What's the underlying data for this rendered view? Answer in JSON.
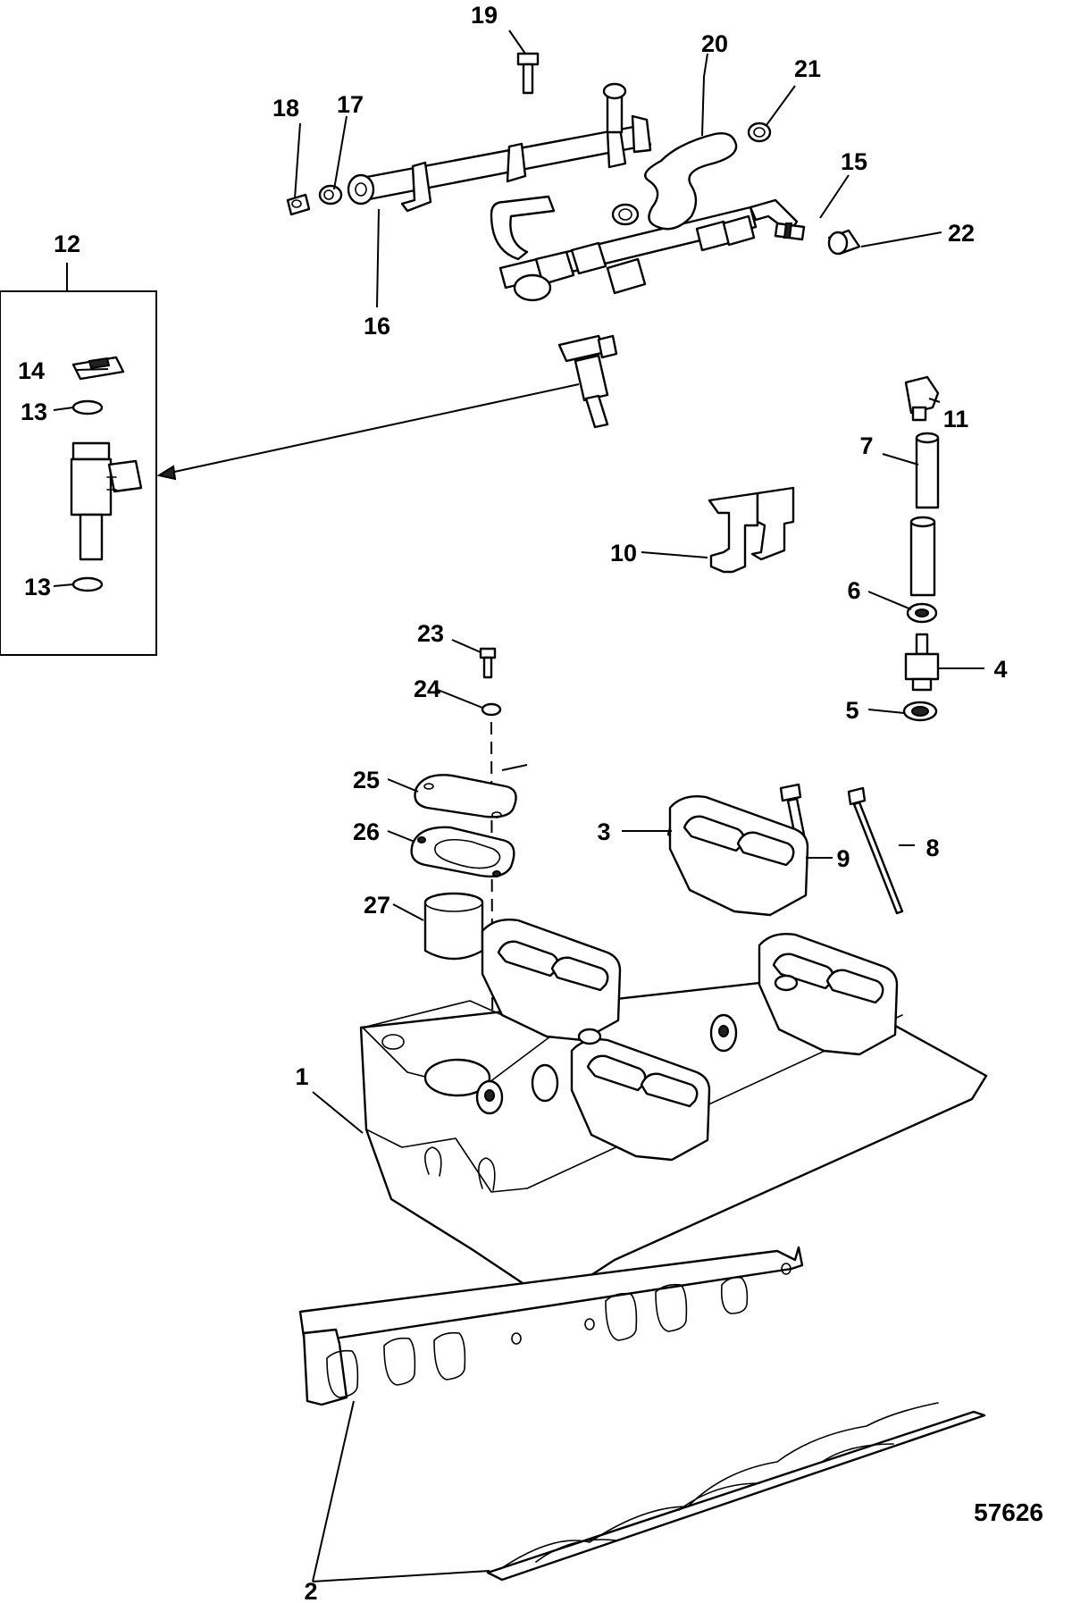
{
  "figure_number": "57626",
  "callouts": {
    "c1": "1",
    "c2": "2",
    "c3": "3",
    "c4": "4",
    "c5": "5",
    "c6": "6",
    "c7": "7",
    "c8": "8",
    "c9": "9",
    "c10": "10",
    "c11": "11",
    "c12": "12",
    "c13a": "13",
    "c13b": "13",
    "c14": "14",
    "c15": "15",
    "c16": "16",
    "c17": "17",
    "c18": "18",
    "c19": "19",
    "c20": "20",
    "c21": "21",
    "c22": "22",
    "c23": "23",
    "c24": "24",
    "c25": "25",
    "c26": "26",
    "c27": "27"
  }
}
